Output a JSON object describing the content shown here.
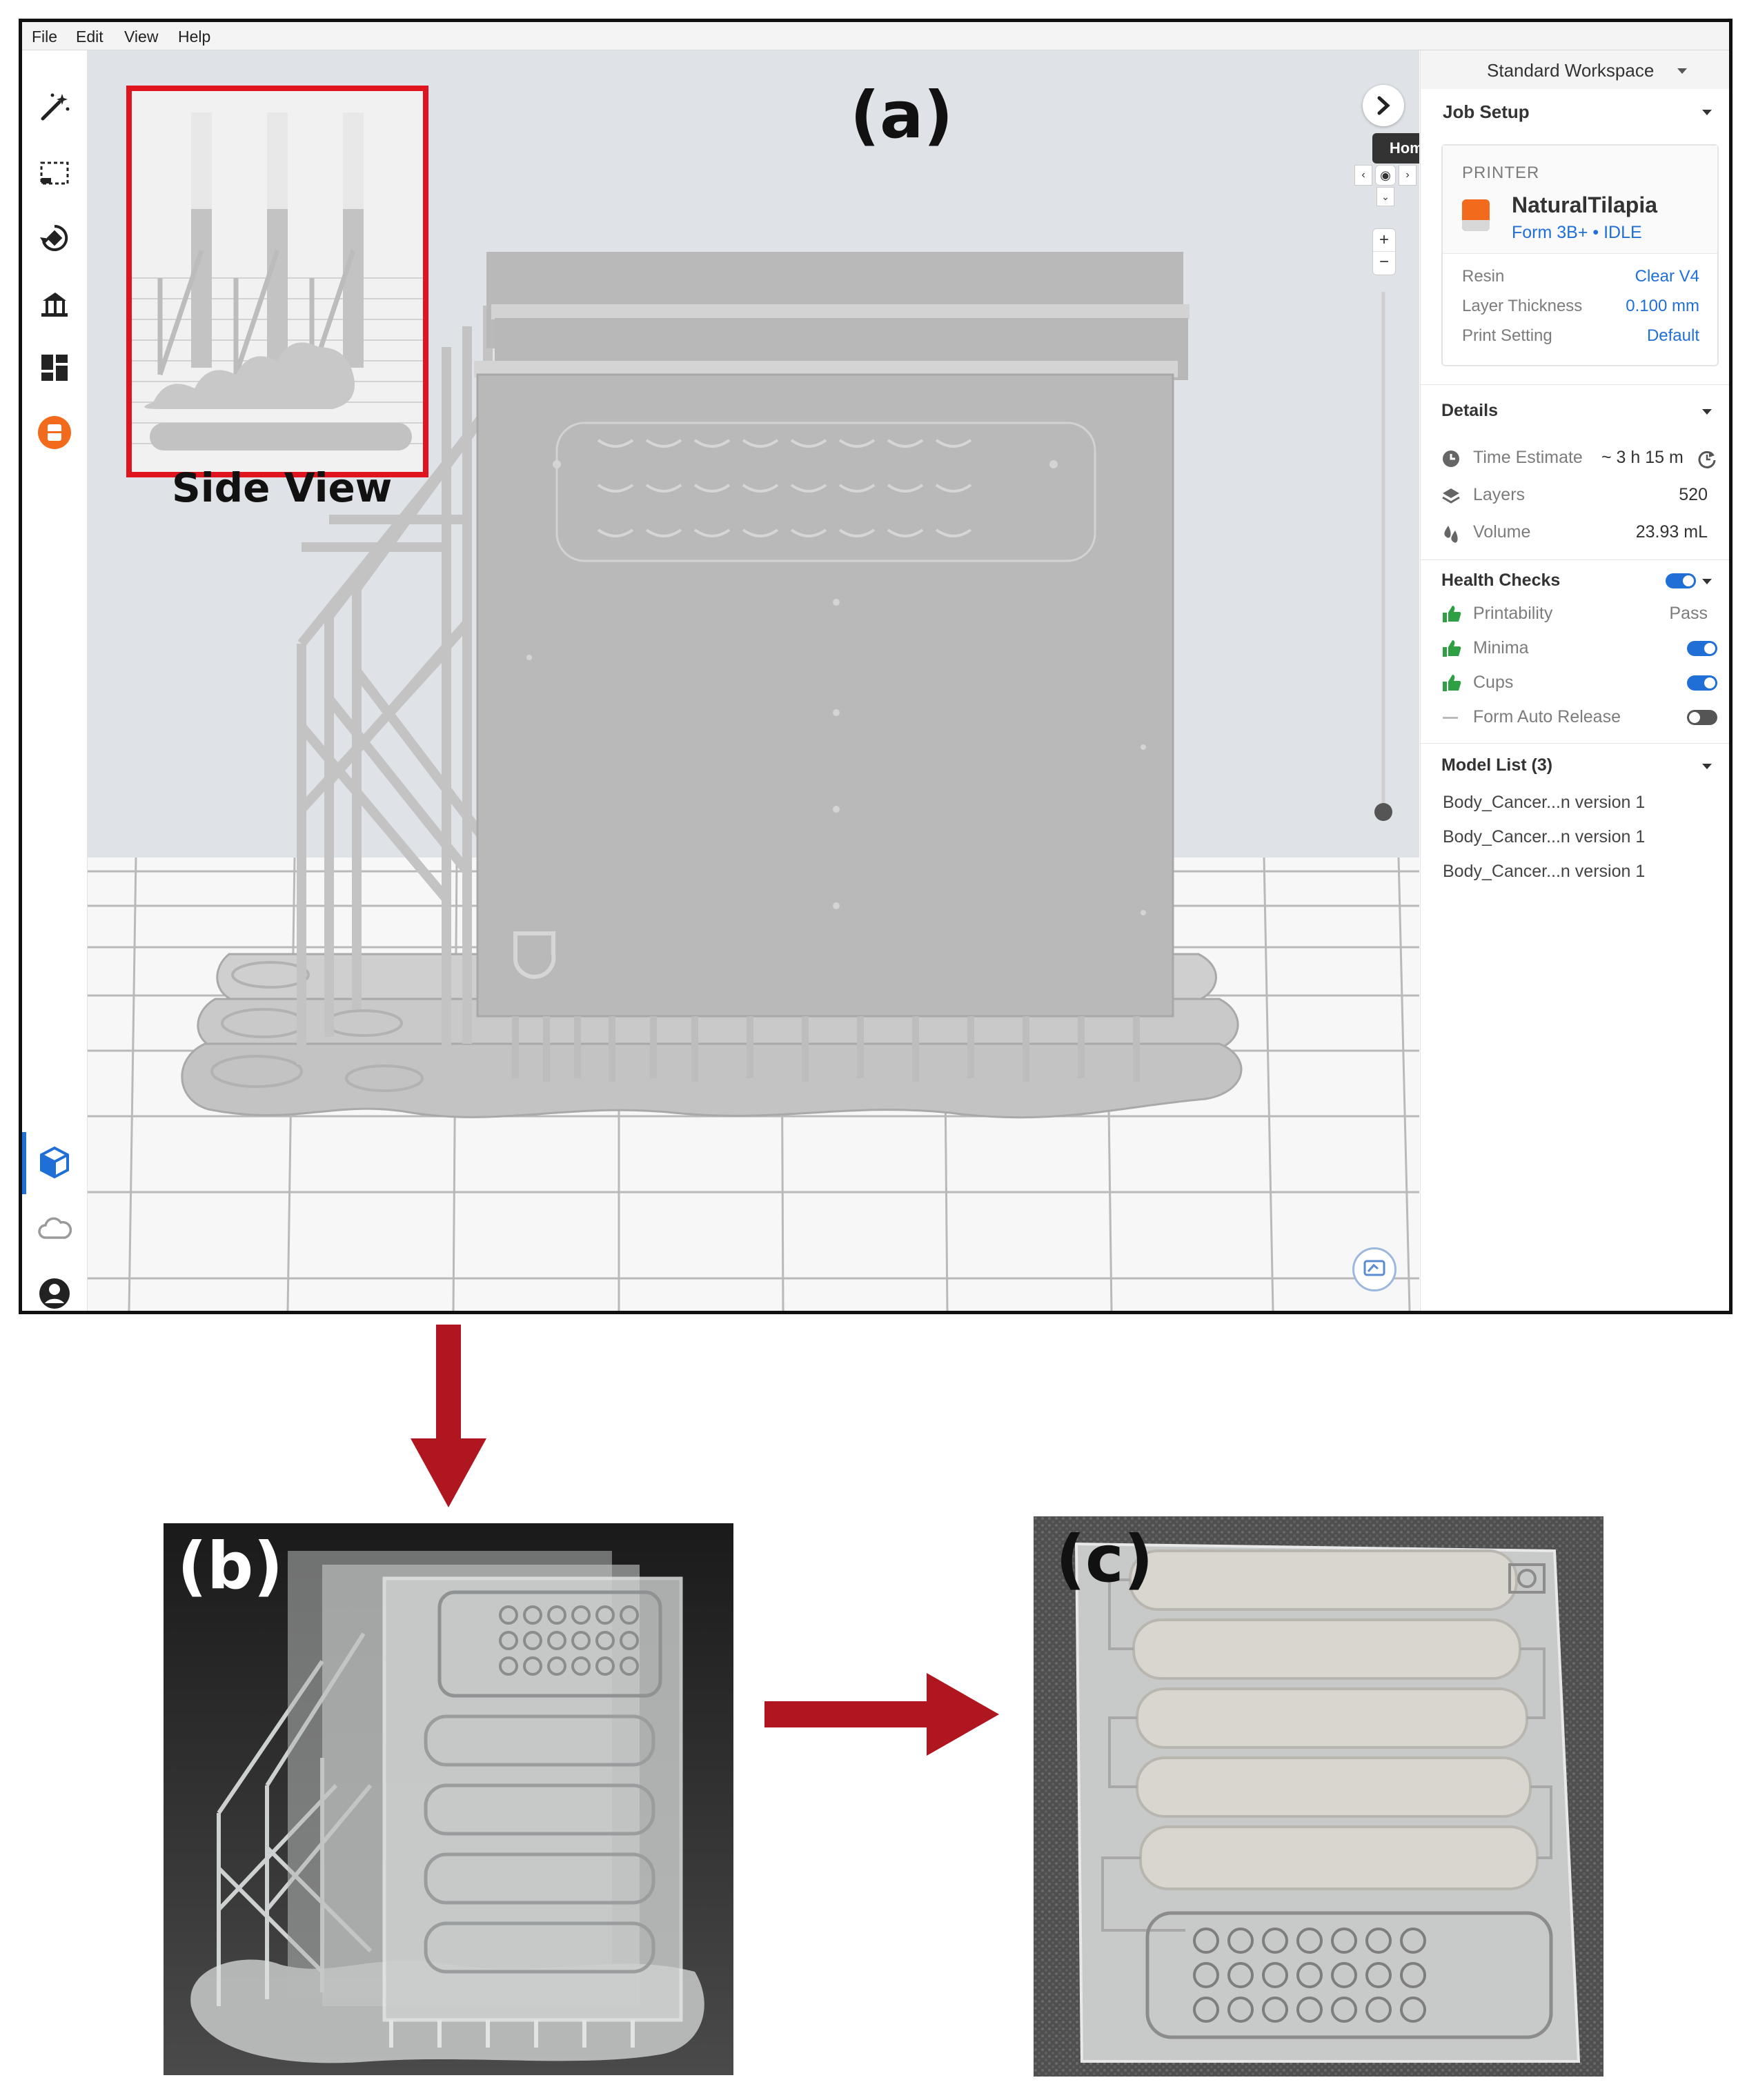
{
  "figure": {
    "panel_a": "(a)",
    "panel_b": "(b)",
    "panel_c": "(c)",
    "side_view_caption": "Side View",
    "arrow_color": "#b01620"
  },
  "menu": [
    "File",
    "Edit",
    "View",
    "Help"
  ],
  "toolbar": {
    "tools": [
      "magic-wand-icon",
      "select-region-icon",
      "orientation-icon",
      "supports-icon",
      "layout-icon",
      "printer-icon"
    ],
    "bottom_tools": [
      "model-cube-icon",
      "cloud-icon",
      "account-icon"
    ],
    "accent": "#f26b1d"
  },
  "viewport": {
    "tooltip": "Home (F)",
    "zoom_in": "+",
    "zoom_out": "−"
  },
  "sidebar": {
    "workspace": "Standard Workspace",
    "job_setup": "Job Setup",
    "printer": {
      "label": "PRINTER",
      "name": "NaturalTilapia",
      "model_status": "Form 3B+ • IDLE",
      "rows": [
        {
          "key": "Resin",
          "value": "Clear V4"
        },
        {
          "key": "Layer Thickness",
          "value": "0.100 mm"
        },
        {
          "key": "Print Setting",
          "value": "Default"
        }
      ]
    },
    "details": {
      "title": "Details",
      "time_label": "Time Estimate",
      "time_value": "~ 3 h 15 m",
      "layers_label": "Layers",
      "layers_value": "520",
      "volume_label": "Volume",
      "volume_value": "23.93 mL"
    },
    "health": {
      "title": "Health Checks",
      "printability_label": "Printability",
      "printability_value": "Pass",
      "minima_label": "Minima",
      "cups_label": "Cups",
      "auto_release_label": "Form Auto Release"
    },
    "models": {
      "title": "Model List (3)",
      "items": [
        "Body_Cancer...n version 1",
        "Body_Cancer...n version 1",
        "Body_Cancer...n version 1"
      ]
    }
  },
  "colors": {
    "accent_blue": "#1f6fd6",
    "printer_orange": "#f26b1d",
    "pass_green": "#2ea043",
    "highlight_red": "#e0141e"
  }
}
